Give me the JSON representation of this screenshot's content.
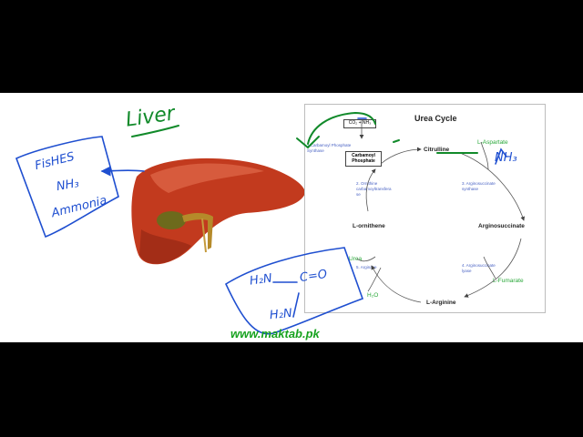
{
  "diagram": {
    "title": "Urea Cycle",
    "nodes": {
      "co2": "CO₂ + NH₃",
      "carbamoyl_phosphate": "Carbamoyl Phosphate",
      "citrulline": "Citrulline",
      "argininosuccinate": "Arginosuccinate",
      "l_arginine": "L-Arginine",
      "l_ornithine": "L-ornithene",
      "l_aspartate": "L-Aspartate",
      "l_fumarate": "L-Fumarate",
      "urea": "Urea",
      "h2o": "H₂O"
    },
    "enzymes": {
      "e1": "1.Carbamoyl Phosphate Synthase",
      "e2": "2. Ornithine carbamoyltransfera se",
      "e3": "3. Arginosuccinate synthase",
      "e4": "4. Arginosuccinate lyase",
      "e5": "5. Arginase"
    }
  },
  "handwriting": {
    "liver": "Liver",
    "fishes": "FisHES",
    "nh3": "NH₃",
    "ammonia": "Ammonia",
    "nh3_right": "NH₃",
    "h2n_top": "H₂N",
    "c_eq_o": "C=O",
    "h2n_bottom": "H₂N"
  },
  "watermark": "www.maktab.pk",
  "colors": {
    "liver": "#c23a1e",
    "handwriting_blue": "#1f4fd0",
    "handwriting_green": "#118a2a",
    "diagram_green": "#2aa83a",
    "enzyme_blue": "#4a63c4"
  }
}
